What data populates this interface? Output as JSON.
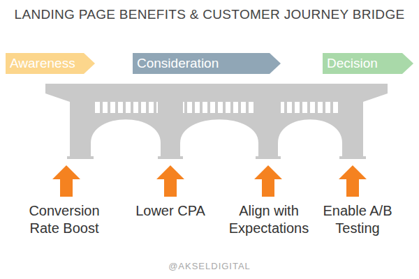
{
  "diagram": {
    "title": "LANDING PAGE BENEFITS & CUSTOMER JOURNEY BRIDGE",
    "nodes": [
      {
        "text": [
          "Awareness"
        ]
      },
      {
        "text": [
          "Consideration"
        ]
      },
      {
        "text": [
          "Decision"
        ]
      }
    ],
    "labels": [
      "Conversion Rate Boost",
      "Lower CPA",
      "Align with Expectations",
      "Enable A/B Testing",
      "@AKSELDIGITAL"
    ]
  }
}
